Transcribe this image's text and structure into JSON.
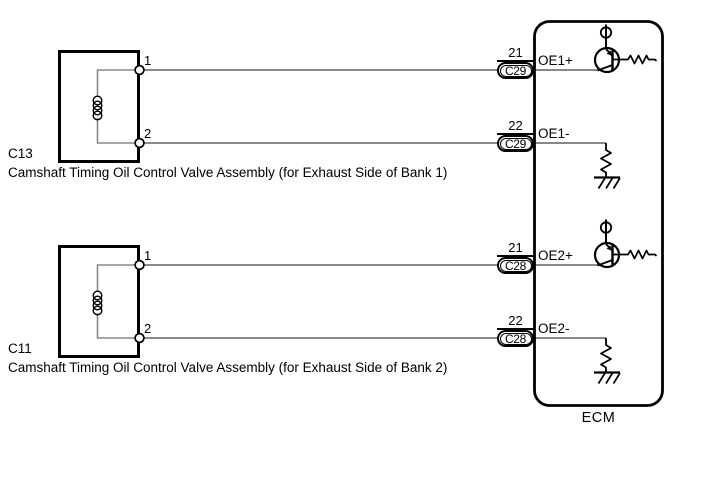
{
  "valves": [
    {
      "connector_id": "C13",
      "name": "Camshaft Timing Oil Control Valve Assembly (for Exhaust Side of Bank 1)",
      "pin_1": "1",
      "pin_2": "2"
    },
    {
      "connector_id": "C11",
      "name": "Camshaft Timing Oil Control Valve Assembly (for Exhaust Side of Bank 2)",
      "pin_1": "1",
      "pin_2": "2"
    }
  ],
  "ecm": {
    "label": "ECM",
    "pins": [
      {
        "pin_number": "21",
        "connector": "C29",
        "signal": "OE1+"
      },
      {
        "pin_number": "22",
        "connector": "C29",
        "signal": "OE1-"
      },
      {
        "pin_number": "21",
        "connector": "C28",
        "signal": "OE2+"
      },
      {
        "pin_number": "22",
        "connector": "C28",
        "signal": "OE2-"
      }
    ]
  },
  "colors": {
    "wire": "#888888",
    "line": "#000000",
    "background": "#ffffff"
  }
}
